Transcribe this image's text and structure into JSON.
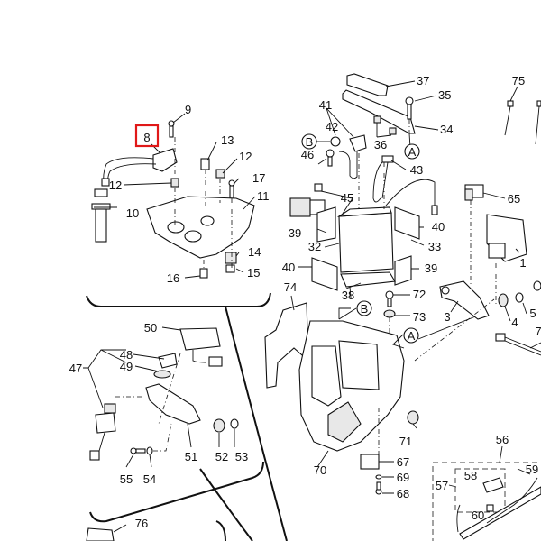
{
  "diagram": {
    "title": "Electrical parts exploded view",
    "highlighted_part": "8",
    "highlight_color": "#e01818",
    "ref_markers": [
      "A",
      "B"
    ],
    "groups": {
      "ignition": [
        "8",
        "9",
        "10",
        "11",
        "12",
        "13",
        "14",
        "15",
        "16",
        "17"
      ],
      "battery": [
        "32",
        "33",
        "34",
        "35",
        "36",
        "37",
        "38",
        "39",
        "40",
        "41",
        "42",
        "43",
        "45",
        "46"
      ],
      "switch": [
        "47",
        "48",
        "49",
        "50",
        "51",
        "52",
        "53",
        "54",
        "55"
      ],
      "box": [
        "67",
        "68",
        "69",
        "70",
        "71",
        "72",
        "73",
        "74"
      ],
      "right": [
        "1",
        "3",
        "4",
        "5",
        "7",
        "65",
        "75"
      ],
      "harness": [
        "56",
        "57",
        "58",
        "59",
        "60"
      ],
      "lower": [
        "76"
      ]
    }
  },
  "labels": {
    "p1": "1",
    "p3": "3",
    "p4": "4",
    "p5": "5",
    "p7": "7",
    "p8": "8",
    "p9": "9",
    "p10": "10",
    "p11": "11",
    "p12a": "12",
    "p12b": "12",
    "p13": "13",
    "p14": "14",
    "p15": "15",
    "p16": "16",
    "p17": "17",
    "p32": "32",
    "p33": "33",
    "p34": "34",
    "p35": "35",
    "p36": "36",
    "p37": "37",
    "p38": "38",
    "p39a": "39",
    "p39b": "39",
    "p40a": "40",
    "p40b": "40",
    "p41": "41",
    "p42": "42",
    "p43": "43",
    "p45": "45",
    "p46": "46",
    "p47": "47",
    "p48": "48",
    "p49": "49",
    "p50": "50",
    "p51": "51",
    "p52": "52",
    "p53": "53",
    "p54": "54",
    "p55": "55",
    "p56": "56",
    "p57": "57",
    "p58": "58",
    "p59": "59",
    "p60": "60",
    "p65": "65",
    "p67": "67",
    "p68": "68",
    "p69": "69",
    "p70": "70",
    "p71": "71",
    "p72": "72",
    "p73": "73",
    "p74": "74",
    "p75": "75",
    "p76": "76",
    "refA1": "A",
    "refA2": "A",
    "refB1": "B",
    "refB2": "B"
  }
}
